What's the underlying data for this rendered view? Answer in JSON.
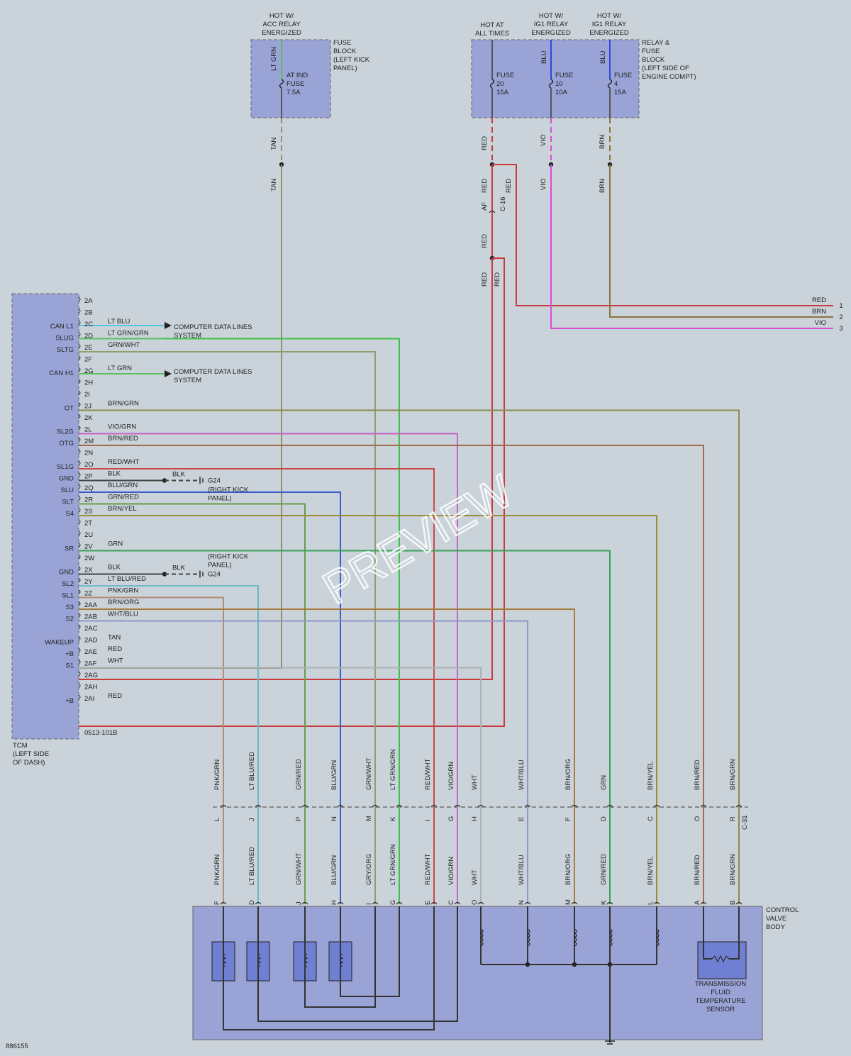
{
  "top_labels": {
    "acc": [
      "HOT W/",
      "ACC RELAY",
      "ENERGIZED"
    ],
    "at_all": [
      "HOT AT",
      "ALL TIMES"
    ],
    "ig1a": [
      "HOT W/",
      "IG1 RELAY",
      "ENERGIZED"
    ],
    "ig1b": [
      "HOT W/",
      "IG1 RELAY",
      "ENERGIZED"
    ]
  },
  "fuse_block": {
    "label": [
      "FUSE",
      "BLOCK",
      "(LEFT KICK",
      "PANEL)"
    ],
    "fuse": [
      "AT IND",
      "FUSE",
      "7.5A"
    ],
    "wire_in": "LT GRN",
    "wire_out_a": "TAN",
    "wire_out_b": "TAN"
  },
  "relay_block": {
    "label": [
      "RELAY &",
      "FUSE",
      "BLOCK",
      "(LEFT SIDE OF",
      "ENGINE COMPT)"
    ],
    "fuse20": [
      "FUSE",
      "20",
      "15A"
    ],
    "fuse10": [
      "FUSE",
      "10",
      "10A"
    ],
    "fuse4": [
      "FUSE",
      "4",
      "15A"
    ],
    "blu1": "BLU",
    "blu2": "BLU"
  },
  "relay_wires": {
    "red": "RED",
    "vio": "VIO",
    "brn": "BRN",
    "c16": "C-16",
    "af": "AF"
  },
  "right_out": [
    {
      "label": "RED",
      "num": "1",
      "color": "#c0393b"
    },
    {
      "label": "BRN",
      "num": "2",
      "color": "#8b7340"
    },
    {
      "label": "VIO",
      "num": "3",
      "color": "#d957d9"
    }
  ],
  "tcm": {
    "label": [
      "TCM",
      "(LEFT SIDE",
      "OF DASH)"
    ],
    "connector": "0513-101B",
    "pins": [
      {
        "pin": "2A",
        "sig": "",
        "wire": ""
      },
      {
        "pin": "2B",
        "sig": "",
        "wire": ""
      },
      {
        "pin": "2C",
        "sig": "CAN L1",
        "wire": "LT BLU"
      },
      {
        "pin": "2D",
        "sig": "SLUG",
        "wire": "LT GRN/GRN"
      },
      {
        "pin": "2E",
        "sig": "SLTG",
        "wire": "GRN/WHT"
      },
      {
        "pin": "2F",
        "sig": "",
        "wire": ""
      },
      {
        "pin": "2G",
        "sig": "CAN H1",
        "wire": "LT GRN"
      },
      {
        "pin": "2H",
        "sig": "",
        "wire": ""
      },
      {
        "pin": "2I",
        "sig": "",
        "wire": ""
      },
      {
        "pin": "2J",
        "sig": "OT",
        "wire": "BRN/GRN"
      },
      {
        "pin": "2K",
        "sig": "",
        "wire": ""
      },
      {
        "pin": "2L",
        "sig": "SL2G",
        "wire": "VIO/GRN"
      },
      {
        "pin": "2M",
        "sig": "OTG",
        "wire": "BRN/RED"
      },
      {
        "pin": "2N",
        "sig": "",
        "wire": ""
      },
      {
        "pin": "2O",
        "sig": "SL1G",
        "wire": "RED/WHT"
      },
      {
        "pin": "2P",
        "sig": "GND",
        "wire": "BLK"
      },
      {
        "pin": "2Q",
        "sig": "SLU",
        "wire": "BLU/GRN"
      },
      {
        "pin": "2R",
        "sig": "SLT",
        "wire": "GRN/RED"
      },
      {
        "pin": "2S",
        "sig": "S4",
        "wire": "BRN/YEL"
      },
      {
        "pin": "2T",
        "sig": "",
        "wire": ""
      },
      {
        "pin": "2U",
        "sig": "",
        "wire": ""
      },
      {
        "pin": "2V",
        "sig": "SR",
        "wire": "GRN"
      },
      {
        "pin": "2W",
        "sig": "",
        "wire": ""
      },
      {
        "pin": "2X",
        "sig": "GND",
        "wire": "BLK"
      },
      {
        "pin": "2Y",
        "sig": "SL2",
        "wire": "LT BLU/RED"
      },
      {
        "pin": "2Z",
        "sig": "SL1",
        "wire": "PNK/GRN"
      },
      {
        "pin": "2AA",
        "sig": "S3",
        "wire": "BRN/ORG"
      },
      {
        "pin": "2AB",
        "sig": "S2",
        "wire": "WHT/BLU"
      },
      {
        "pin": "2AC",
        "sig": "",
        "wire": ""
      },
      {
        "pin": "2AD",
        "sig": "WAKEUP",
        "wire": "TAN"
      },
      {
        "pin": "2AE",
        "sig": "+B",
        "wire": "RED"
      },
      {
        "pin": "2AF",
        "sig": "S1",
        "wire": "WHT"
      },
      {
        "pin": "2AG",
        "sig": "",
        "wire": ""
      },
      {
        "pin": "2AH",
        "sig": "",
        "wire": ""
      },
      {
        "pin": "2AI",
        "sig": "+B",
        "wire": "RED"
      }
    ]
  },
  "computer_data": [
    "COMPUTER DATA LINES",
    "SYSTEM"
  ],
  "ground": {
    "blk": "BLK",
    "g24": "G24",
    "kick": [
      "(RIGHT KICK",
      "PANEL)"
    ]
  },
  "columns": [
    {
      "w1": "PNK/GRN",
      "c": "L",
      "w2": "PNK/GRN",
      "v": "F",
      "color": "#b58a7a"
    },
    {
      "w1": "LT BLU/RED",
      "c": "J",
      "w2": "LT BLU/RED",
      "v": "D",
      "color": "#6fb7c9"
    },
    {
      "w1": "GRN/RED",
      "c": "P",
      "w2": "GRN/WHT",
      "v": "J",
      "color": "#6b9b4a"
    },
    {
      "w1": "BLU/GRN",
      "c": "N",
      "w2": "BLU/GRN",
      "v": "H",
      "color": "#3a5ccc"
    },
    {
      "w1": "GRN/WHT",
      "c": "M",
      "w2": "GRY/ORG",
      "v": "I",
      "color": "#8fa06b"
    },
    {
      "w1": "LT GRN/GRN",
      "c": "K",
      "w2": "LT GRN/GRN",
      "v": "G",
      "color": "#3fc04a"
    },
    {
      "w1": "RED/WHT",
      "c": "I",
      "w2": "RED/WHT",
      "v": "E",
      "color": "#c9494a"
    },
    {
      "w1": "VIO/GRN",
      "c": "G",
      "w2": "VIO/GRN",
      "v": "C",
      "color": "#c764c7"
    },
    {
      "w1": "WHT",
      "c": "H",
      "w2": "WHT",
      "v": "O",
      "color": "#aab2b6"
    },
    {
      "w1": "WHT/BLU",
      "c": "E",
      "w2": "WHT/BLU",
      "v": "N",
      "color": "#8f97c8"
    },
    {
      "w1": "BRN/ORG",
      "c": "F",
      "w2": "BRN/ORG",
      "v": "M",
      "color": "#a57a3a"
    },
    {
      "w1": "GRN",
      "c": "D",
      "w2": "GRN/RED",
      "v": "K",
      "color": "#3aa05a"
    },
    {
      "w1": "BRN/YEL",
      "c": "C",
      "w2": "BRN/YEL",
      "v": "L",
      "color": "#9c8a3a"
    },
    {
      "w1": "BRN/RED",
      "c": "O",
      "w2": "BRN/RED",
      "v": "A",
      "color": "#a56a4a"
    },
    {
      "w1": "BRN/GRN",
      "c": "R",
      "w2": "BRN/GRN",
      "v": "B",
      "color": "#8a8a4a"
    }
  ],
  "c31": "C-31",
  "control_valve": [
    "CONTROL",
    "VALVE",
    "BODY"
  ],
  "sensor": [
    "TRANSMISSION",
    "FLUID",
    "TEMPERATURE",
    "SENSOR"
  ],
  "figure_id": "886155",
  "watermark": "PREVIEW"
}
